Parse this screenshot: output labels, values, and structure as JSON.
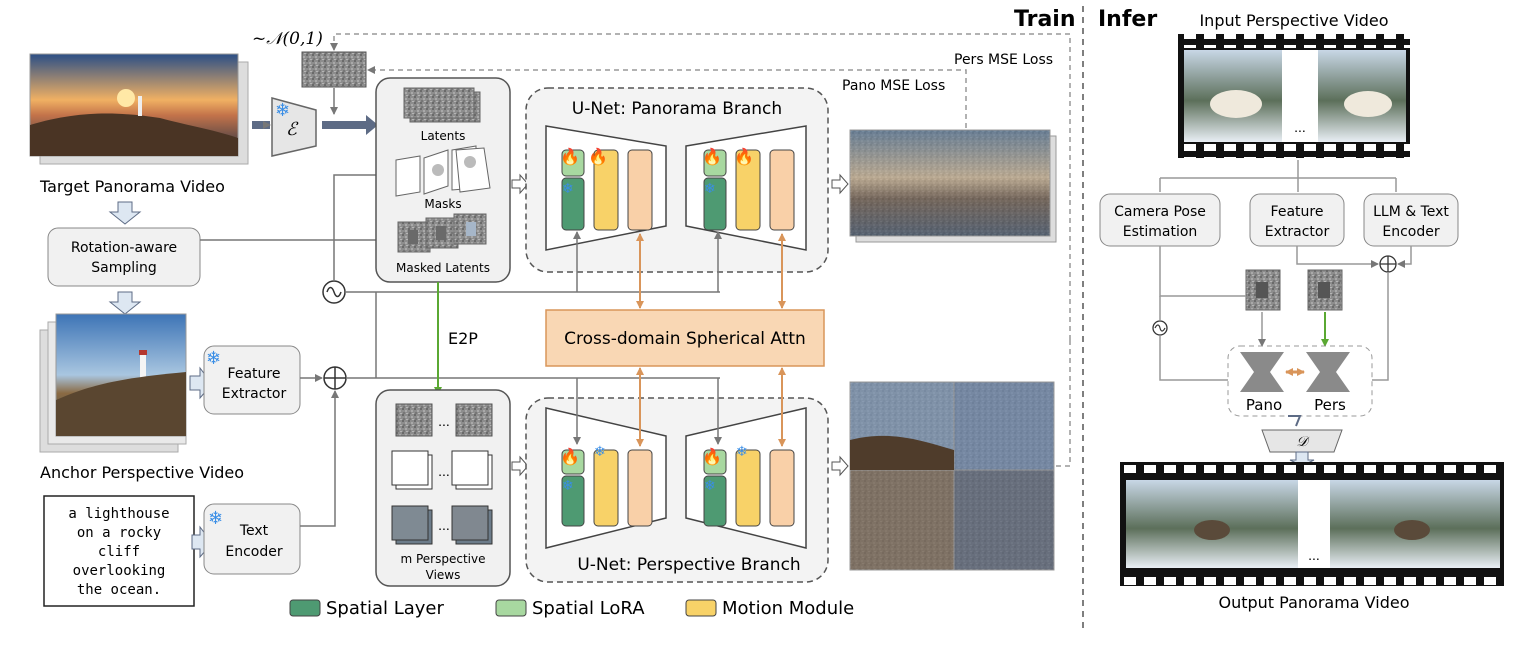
{
  "train": {
    "section_label": "Train",
    "noise_label": "~\u0002N(0,1)",
    "noise_text": "~𝒩(0,1)",
    "encoder_symbol": "ℰ",
    "target_video_label": "Target Panorama Video",
    "rotation_sampling": [
      "Rotation-aware",
      "Sampling"
    ],
    "anchor_video_label": "Anchor Perspective Video",
    "prompt_lines": [
      "a lighthouse",
      "on a rocky",
      "cliff",
      "overlooking",
      "the ocean."
    ],
    "feature_extractor": [
      "Feature",
      "Extractor"
    ],
    "text_encoder": [
      "Text",
      "Encoder"
    ],
    "latents_label": "Latents",
    "masks_label": "Masks",
    "masked_latents_label": "Masked Latents",
    "e2p_label": "E2P",
    "m_views_label": [
      "m Perspective",
      "Views"
    ],
    "ellipsis": "...",
    "pano_branch_title": "U-Net: Panorama Branch",
    "pers_branch_title": "U-Net: Perspective Branch",
    "cross_attn_label": "Cross-domain Spherical Attn",
    "pers_loss_label": "Pers MSE Loss",
    "pano_loss_label": "Pano MSE Loss"
  },
  "legend": [
    {
      "label": "Spatial Layer",
      "color": "#4e9a72"
    },
    {
      "label": "Spatial LoRA",
      "color": "#a8d8a0"
    },
    {
      "label": "Motion Module",
      "color": "#f8d268"
    }
  ],
  "infer": {
    "section_label": "Infer",
    "input_label": "Input Perspective Video",
    "camera_pose": [
      "Camera Pose",
      "Estimation"
    ],
    "feature_extractor": [
      "Feature",
      "Extractor"
    ],
    "llm_text": [
      "LLM & Text",
      "Encoder"
    ],
    "pano_label": "Pano",
    "pers_label": "Pers",
    "decoder_symbol": "𝒟",
    "output_label": "Output Panorama Video",
    "ellipsis": "..."
  },
  "colors": {
    "spatial_layer": "#4e9a72",
    "spatial_lora": "#a8d8a0",
    "motion_module": "#f8d268",
    "attn_block": "#f9d7b4",
    "temporal_block": "#f9d0a8",
    "e2p_arrow": "#5aa832",
    "box_fill": "#f1f1f1",
    "box_stroke": "#888888"
  }
}
